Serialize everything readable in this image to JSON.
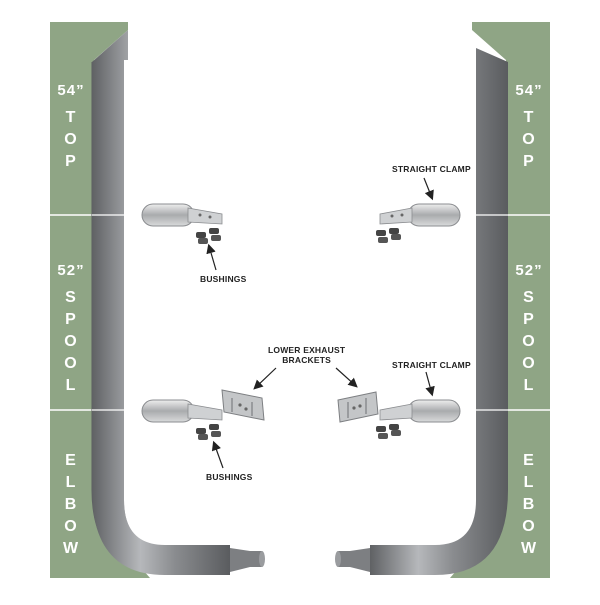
{
  "sections": [
    {
      "length": "54”",
      "name": "TOP"
    },
    {
      "length": "52”",
      "name": "SPOOL"
    },
    {
      "length": "",
      "name": "ELBOW"
    }
  ],
  "labels": {
    "straight_clamp": "STRAIGHT CLAMP",
    "bushings": "BUSHINGS",
    "lower_brackets_line1": "LOWER EXHAUST",
    "lower_brackets_line2": "BRACKETS"
  },
  "colors": {
    "band": "#8fa585",
    "pipe": "#7d7f82",
    "pipe_highlight": "#b9bbbe",
    "chrome": "#c9cbcd"
  }
}
